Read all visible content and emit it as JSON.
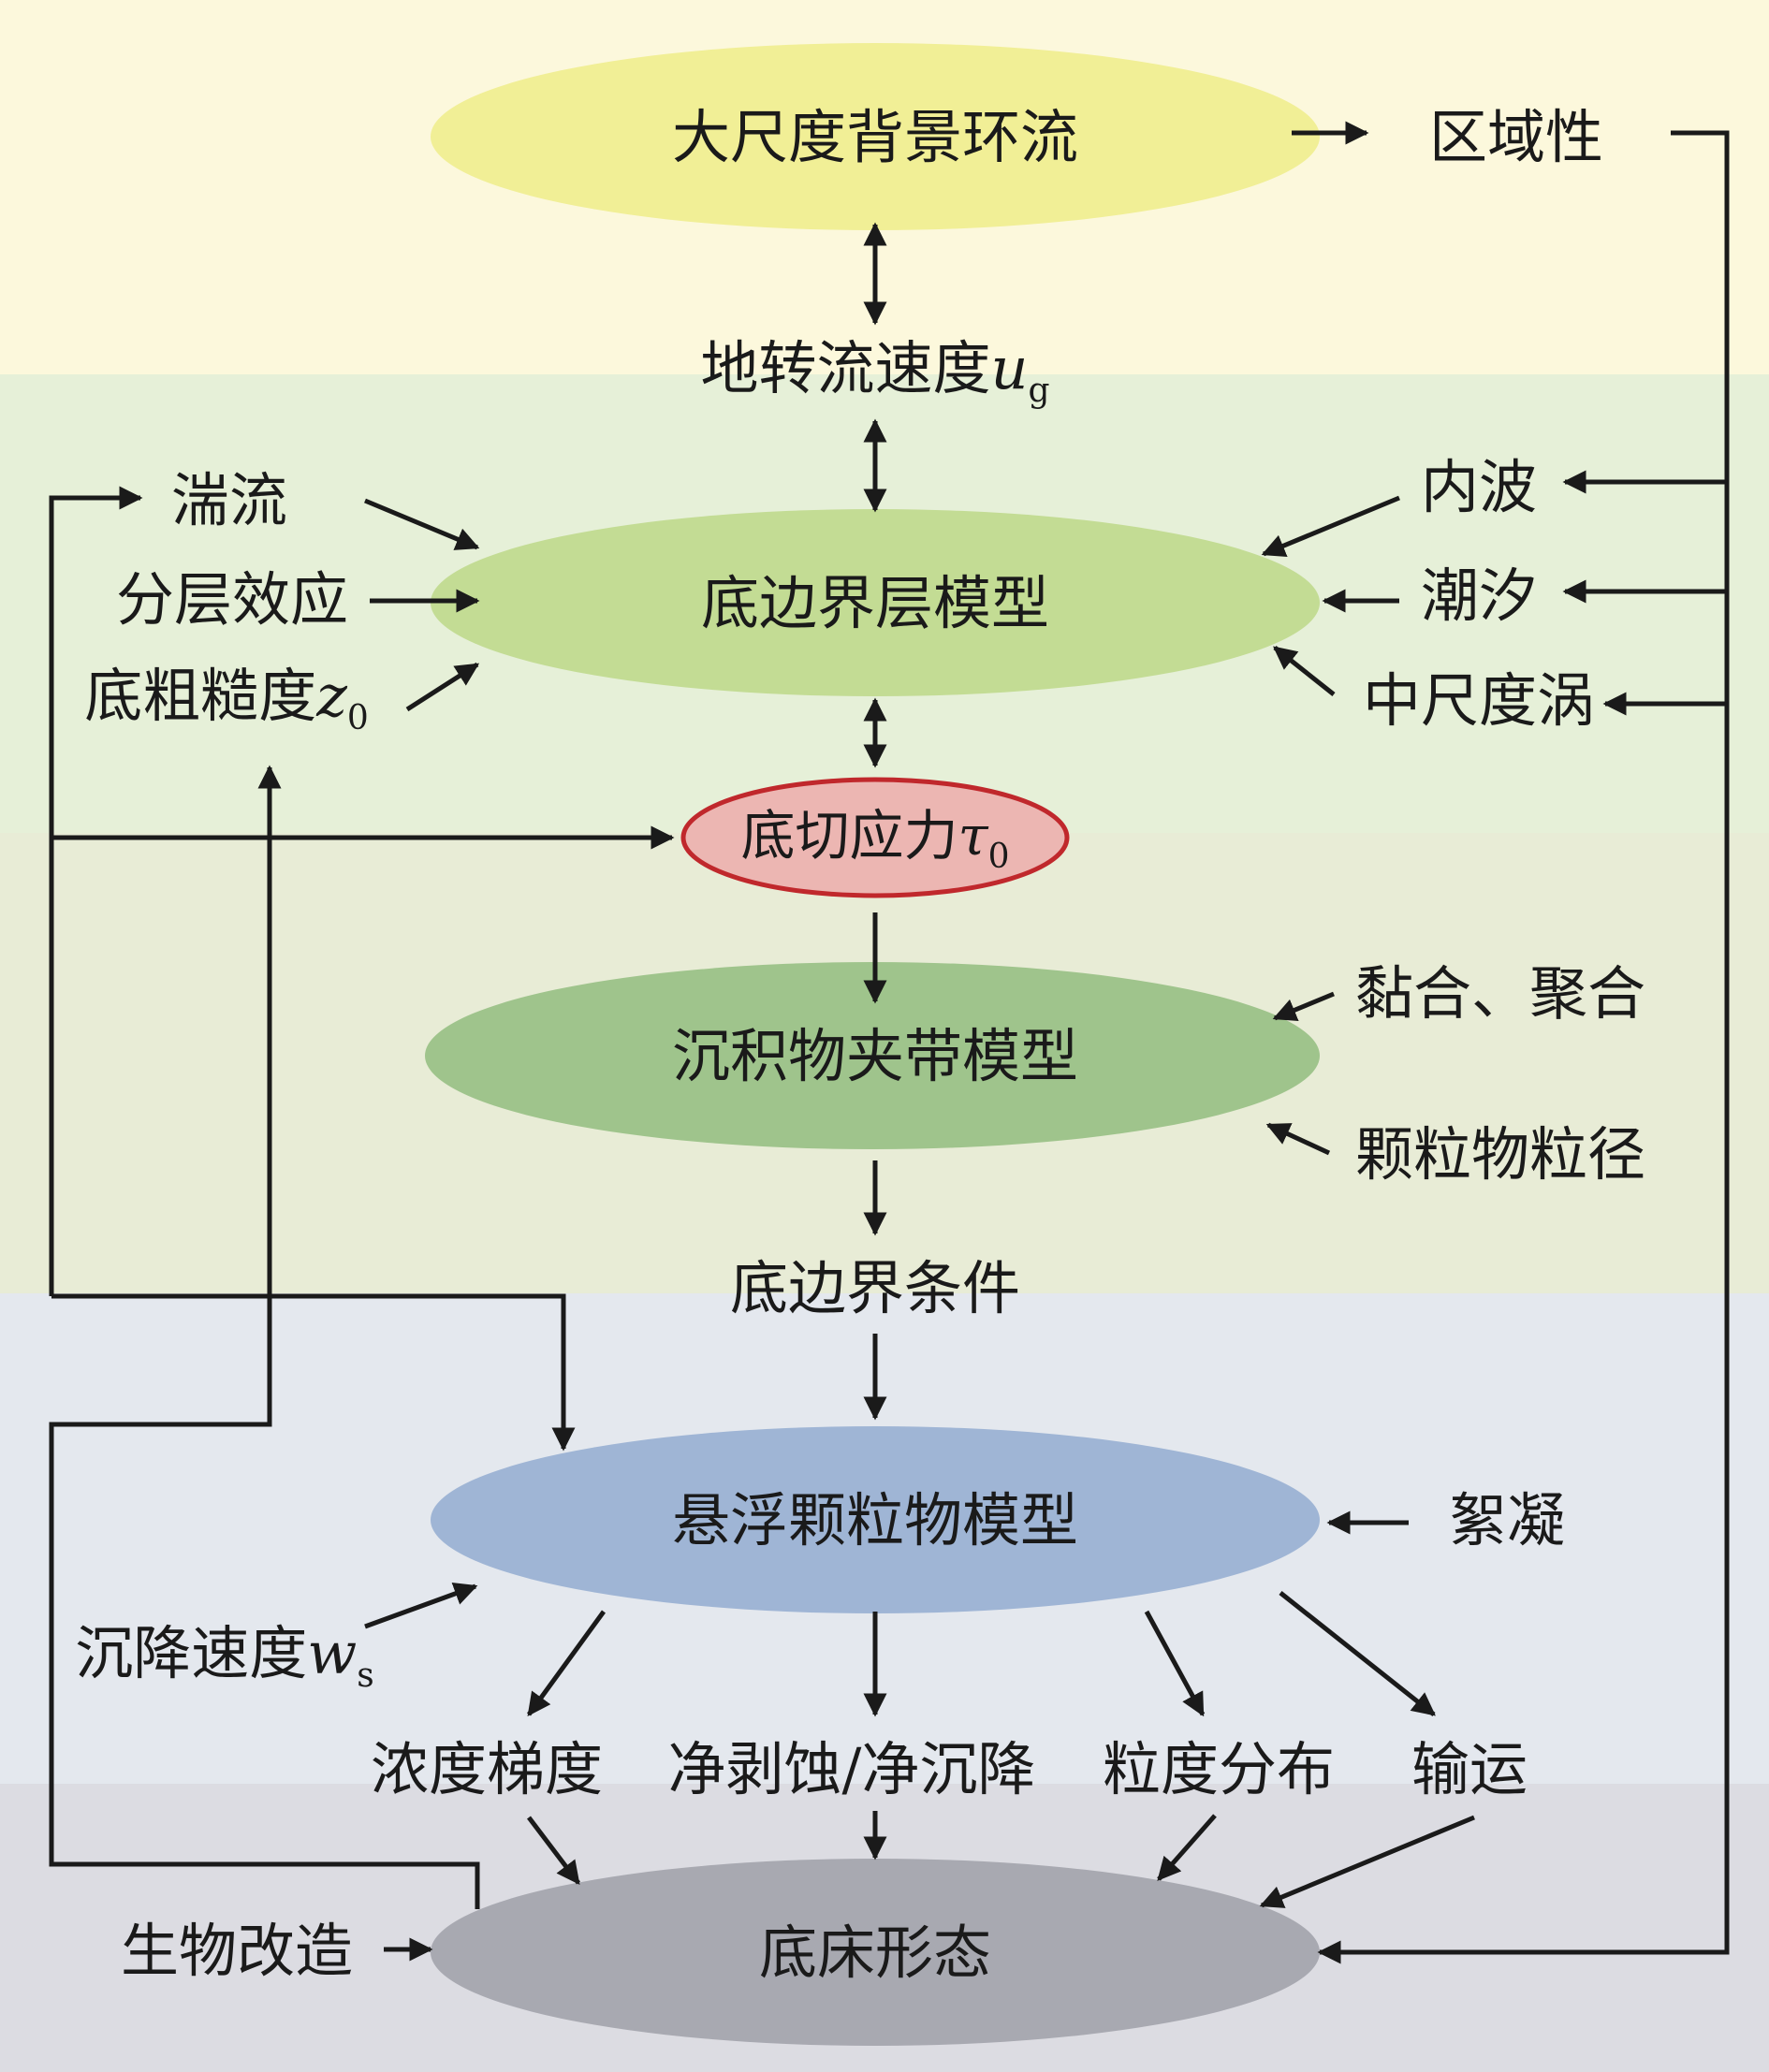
{
  "colors": {
    "band_top": "#fcf8dc",
    "band_mid": "#e6f0d8",
    "band_mid2": "#e8ecd6",
    "band_low": "#e4e8ee",
    "band_bottom": "#dcdce2",
    "ellipse_circulation": "#f1ef96",
    "ellipse_bbl": "#c3dc94",
    "ellipse_stress_fill": "#ecb6b2",
    "ellipse_stress_border": "#c0282c",
    "ellipse_sediment": "#9fc48c",
    "ellipse_suspended": "#9fb5d5",
    "ellipse_bedform": "#a8a9b1",
    "line": "#1a1a1a"
  },
  "nodes": {
    "large_scale_circulation": "大尺度背景环流",
    "regional": "区域性",
    "geostrophic": {
      "text": "地转流速度",
      "var": "u",
      "sub": "g"
    },
    "turbulence": "湍流",
    "stratification": "分层效应",
    "roughness": {
      "text": "底粗糙度",
      "var": "z",
      "sub": "0"
    },
    "bbl_model": "底边界层模型",
    "internal_wave": "内波",
    "tide": "潮汐",
    "mesoscale_eddy": "中尺度涡",
    "shear_stress": {
      "text": "底切应力",
      "var": "τ",
      "sub": "0"
    },
    "cohesion": "黏合、聚合",
    "sediment_model": "沉积物夹带模型",
    "grain_size": "颗粒物粒径",
    "bottom_boundary_condition": "底边界条件",
    "suspended_model": "悬浮颗粒物模型",
    "flocculation": "絮凝",
    "settling_velocity": {
      "text": "沉降速度",
      "var": "w",
      "sub": "s"
    },
    "concentration_gradient": "浓度梯度",
    "net_erosion": "净剥蚀/净沉降",
    "size_distribution": "粒度分布",
    "transport": "输运",
    "bioturbation": "生物改造",
    "bedform": "底床形态"
  }
}
